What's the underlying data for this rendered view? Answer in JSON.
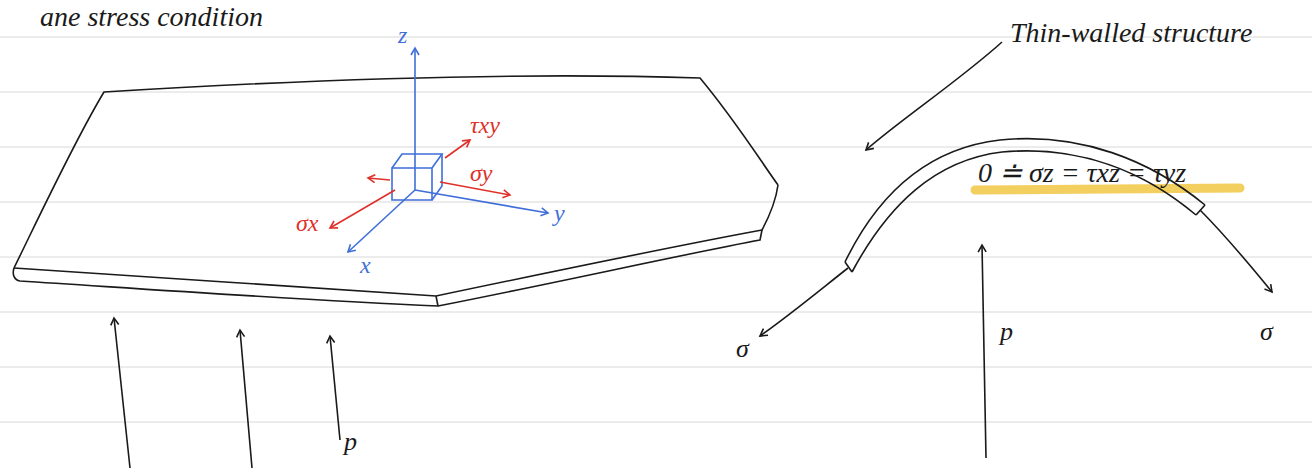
{
  "diagram": {
    "title": "ane stress condition",
    "labels": [
      "Thin-walled structure",
      "z",
      "x",
      "y",
      "τxy",
      "σx",
      "σy",
      "0 ≐ σz = τxz = τyz",
      "p",
      "p",
      "σ",
      "σ"
    ]
  }
}
